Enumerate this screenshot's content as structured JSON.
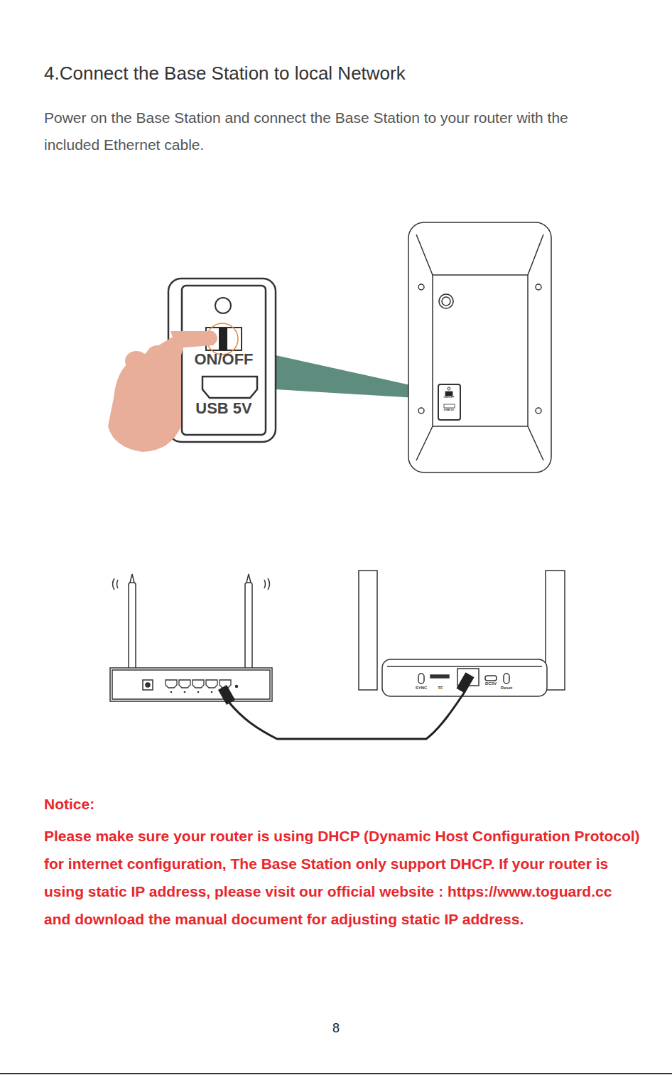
{
  "diagram": {
    "title": "4.Connect the Base Station to local Network",
    "labels": [
      "Power on the Base Station and connect the Base Station to your router with the included Ethernet cable.",
      "ON/OFF",
      "USB 5V",
      "ON/OFF",
      "USB 5V",
      "SYNC",
      "TF",
      "DC5V",
      "Reset",
      "Notice:",
      "Please make sure your router is using DHCP (Dynamic Host Configuration Protocol) for internet configuration, The Base Station only support DHCP. If your router is using static IP address, please visit our official website : https://www.toguard.cc and download the manual document for adjusting static IP address.",
      "8"
    ]
  }
}
